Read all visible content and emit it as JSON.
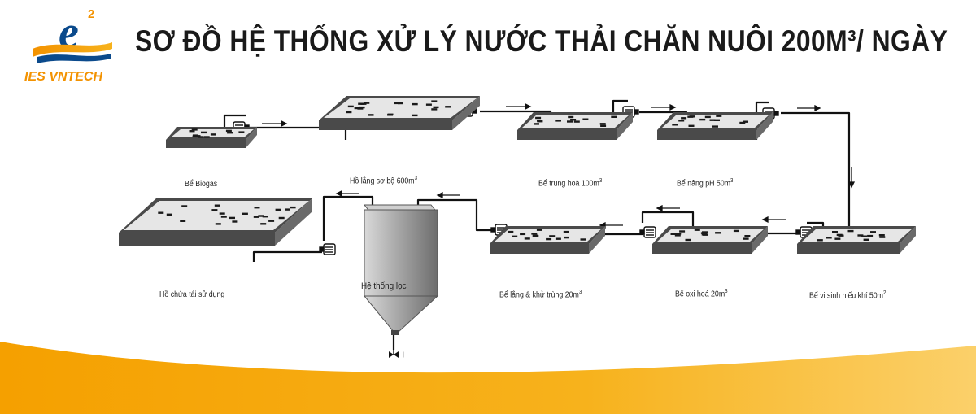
{
  "header": {
    "title": "SƠ ĐỒ HỆ THỐNG XỬ LÝ NƯỚC THẢI CHĂN NUÔI 200M³/ NGÀY",
    "logo_text": "IES VNTECH",
    "logo_mark": "e²"
  },
  "colors": {
    "accent": "#f39200",
    "tank_top": "#e6e6e6",
    "tank_side": "#4a4a4a",
    "pipe": "#111111"
  },
  "tanks": {
    "biogas": "Bể Biogas",
    "pre_settle": "Hồ lắng sơ bộ 600m",
    "equalize": "Bể trung hoà 100m",
    "ph_raise": "Bể nâng pH 50m",
    "aerobic": "Bể vi sinh hiếu khí 50m",
    "oxidize": "Bể oxi hoá 20m",
    "settle_disinfect": "Bể lắng & khử trùng 20m",
    "filter": "Hệ thống lọc",
    "reuse": "Hồ chứa tái sử dụng"
  },
  "units": {
    "cube": "3",
    "square": "2"
  }
}
